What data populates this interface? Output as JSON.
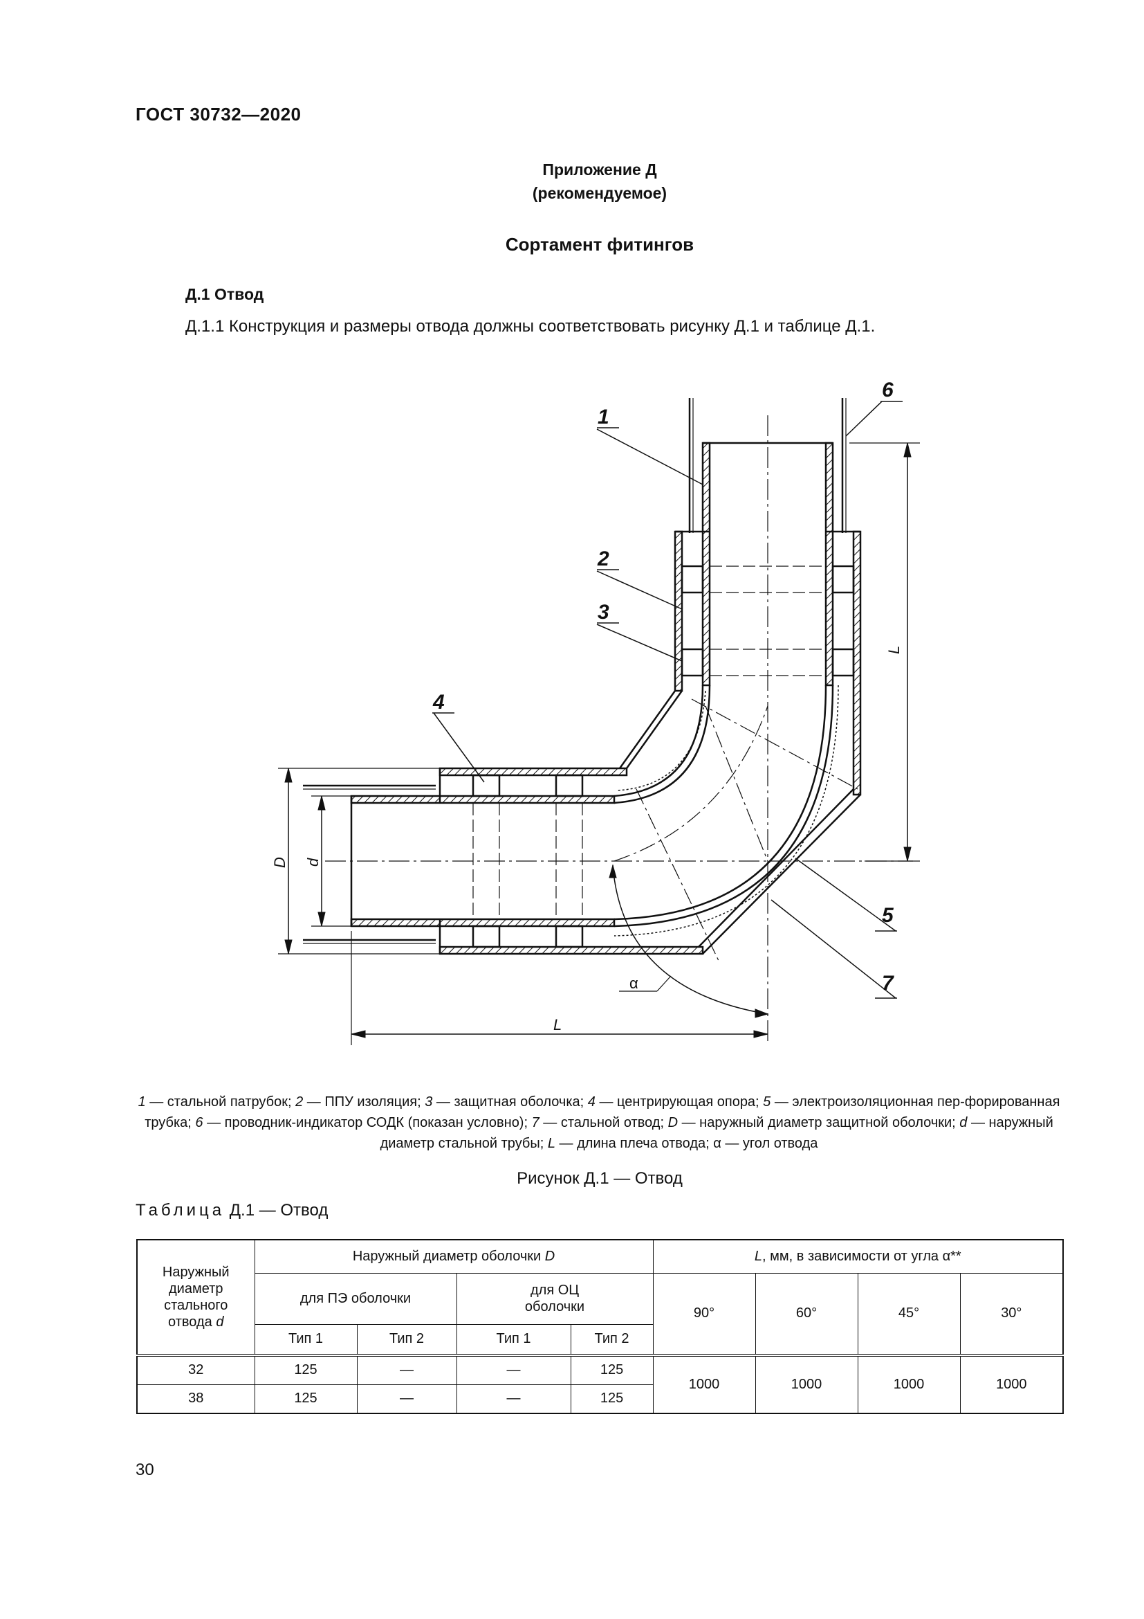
{
  "header": {
    "doc_code": "ГОСТ 30732—2020"
  },
  "appendix": {
    "title": "Приложение Д",
    "status": "(рекомендуемое)"
  },
  "section_title": "Сортамент фитингов",
  "subsection": {
    "title": "Д.1 Отвод",
    "paragraph": "Д.1.1 Конструкция и размеры отвода должны соответствовать рисунку Д.1 и таблице Д.1."
  },
  "figure": {
    "callouts": [
      "1",
      "2",
      "3",
      "4",
      "5",
      "6",
      "7"
    ],
    "dim_labels": {
      "L_vertical": "L",
      "L_horizontal": "L",
      "D": "D",
      "d": "d",
      "alpha": "α"
    },
    "legend": [
      {
        "num": "1",
        "text": " — стальной патрубок; "
      },
      {
        "num": "2",
        "text": " — ППУ изоляция; "
      },
      {
        "num": "3",
        "text": " — защитная оболочка; "
      },
      {
        "num": "4",
        "text": " — центрирующая опора; "
      },
      {
        "num": "5",
        "text": " — электроизоляционная пер-форированная трубка; "
      },
      {
        "num": "6",
        "text": " — проводник-индикатор СОДК (показан условно); "
      },
      {
        "num": "7",
        "text": " — стальной отвод; "
      },
      {
        "num": "D",
        "text": " — наружный диаметр защитной оболочки; "
      },
      {
        "num": "d",
        "text": " — наружный диаметр стальной трубы; "
      },
      {
        "num": "L",
        "text": " — длина плеча отвода; "
      },
      {
        "num": "α",
        "text": " — угол отвода"
      }
    ],
    "caption": "Рисунок Д.1 — Отвод"
  },
  "table": {
    "caption_label": "Таблица",
    "caption_rest": " Д.1 — Отвод",
    "head": {
      "col1": [
        "Наружный",
        "диаметр",
        "стального",
        "отвода "
      ],
      "col1_var": "d",
      "shell_group_text": "Наружный диаметр оболочки ",
      "shell_group_var": "D",
      "pe_shell": "для ПЭ оболочки",
      "oc_shell": [
        "для ОЦ",
        "оболочки"
      ],
      "type1": "Тип 1",
      "type2": "Тип 2",
      "L_group_var": "L",
      "L_group_text": ", мм, в зависимости от угла α**",
      "angles": [
        "90°",
        "60°",
        "45°",
        "30°"
      ]
    },
    "rows": [
      {
        "d": "32",
        "pe1": "125",
        "pe2": "—",
        "oc1": "—",
        "oc2": "125"
      },
      {
        "d": "38",
        "pe1": "125",
        "pe2": "—",
        "oc1": "—",
        "oc2": "125"
      }
    ],
    "L_values": [
      "1000",
      "1000",
      "1000",
      "1000"
    ]
  },
  "page_number": "30"
}
